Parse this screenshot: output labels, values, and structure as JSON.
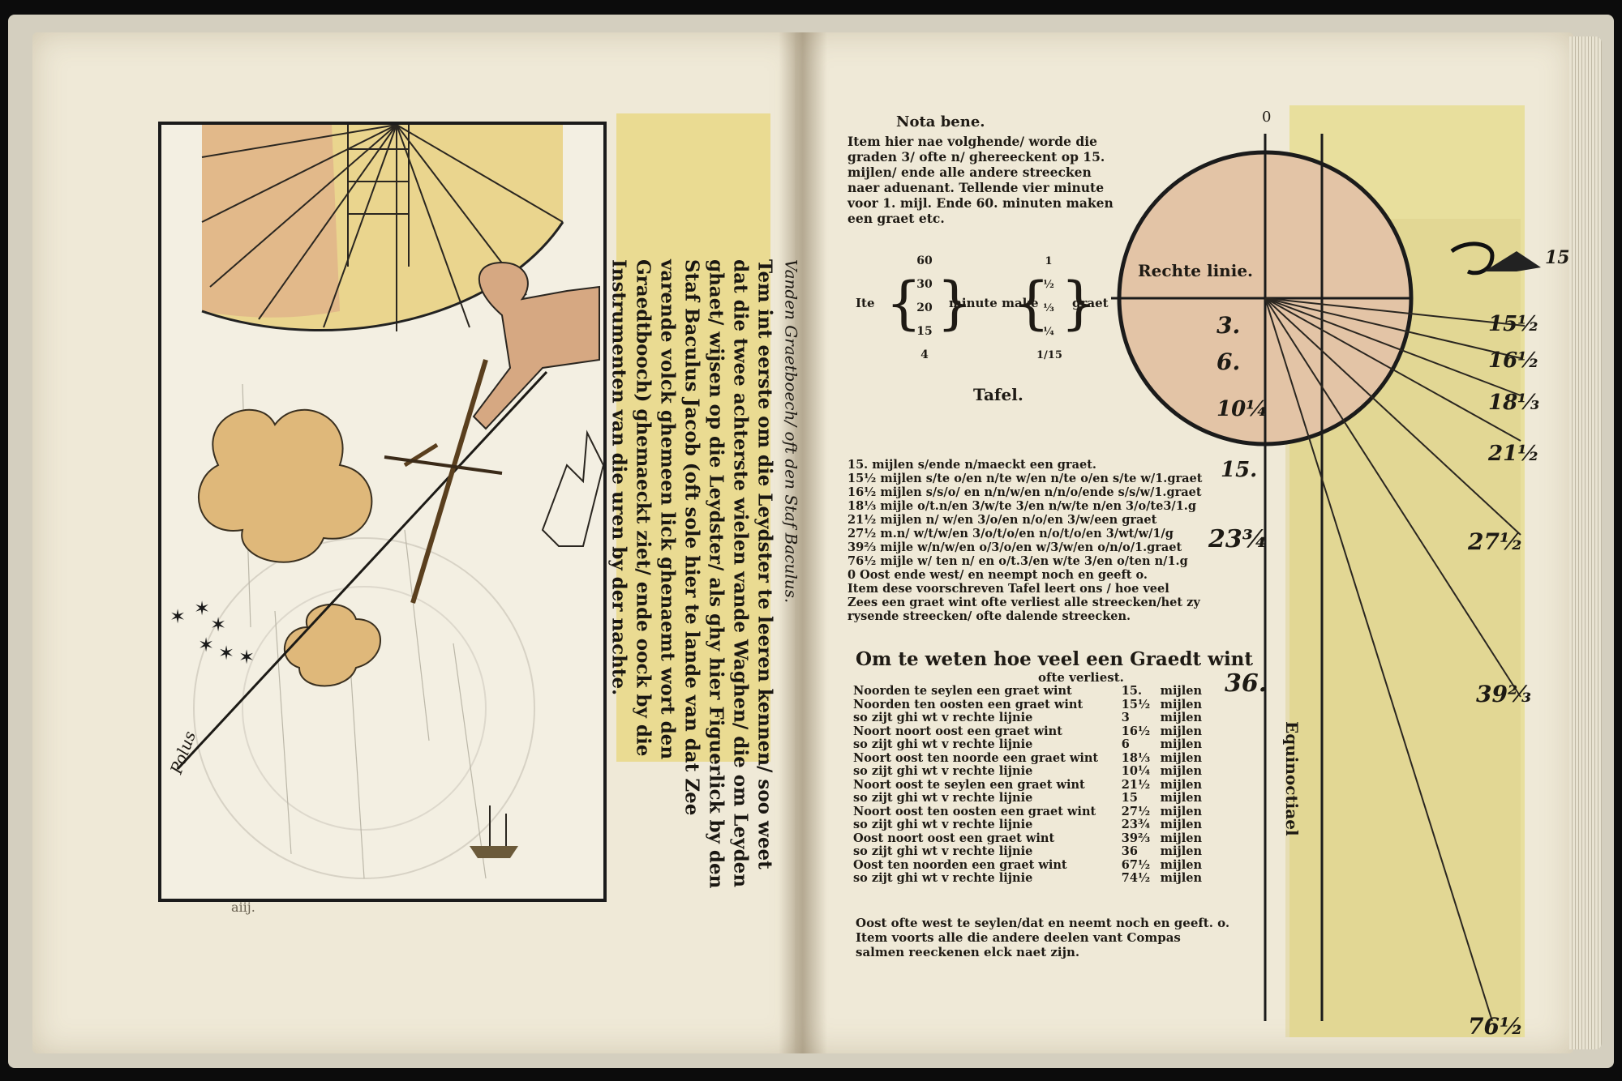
{
  "left_page": {
    "caption_title": "Vanden Graetboech/ oft den Staf Baculus.",
    "caption_text": "Tem int eerste om die Leydster te leeren kennen/ soo weet dat die twee achterste wielen vande Waghen/ die om Leyden ghaet/ wijsen op die Leydster/ als ghy hier Figuerlick by den Staf Baculus Jacob (oft sole hier te lande van dat Zee varende volck ghemeen lick ghenaemt wort den Graedtbooch) ghemaeckt ziet/ ende oock by die Instrumenten van die uren by der nachte.",
    "polus_label": "Polus",
    "folio": "aiij."
  },
  "right_page": {
    "nota_title": "Nota bene.",
    "nota_text": "Item hier nae volghende/ worde die graden 3/ ofte n/ ghereeckent op 15. mijlen/ ende alle andere streecken naer aduenant. Tellende vier minute voor 1. mijl. Ende 60. minuten maken een graet etc.",
    "small_table": {
      "left_word": "Ite",
      "mid_word": "minute make",
      "right_word": "graet",
      "minutes": [
        "60",
        "30",
        "20",
        "15",
        "4"
      ],
      "fractions": [
        "1",
        "½",
        "⅓",
        "¼",
        "1/15"
      ]
    },
    "tafel_label": "Tafel.",
    "list_lines": [
      "15. mijlen s/ende n/maeckt een graet.",
      "15½ mijlen s/te o/en n/te w/en n/te o/en s/te w/1.graet",
      "16½ mijlen s/s/o/ en n/n/w/en n/n/o/ende s/s/w/1.graet",
      "18⅓ mijle o/t.n/en 3/w/te 3/en n/w/te n/en 3/o/te3/1.g",
      "21½ mijlen n/ w/en 3/o/en n/o/en 3/w/een graet",
      "27½ m.n/ w/t/w/en 3/o/t/o/en n/o/t/o/en 3/wt/w/1/g",
      "39⅔ mijle w/n/w/en o/3/o/en w/3/w/en o/n/o/1.graet",
      "76½ mijle w/ ten n/ en o/t.3/en w/te 3/en o/ten n/1.g",
      "0 Oost ende west/ en neempt noch en geeft o.",
      "Item dese voorschreven Tafel leert ons / hoe veel",
      "Zees een graet wint ofte verliest alle streecken/het zy",
      "rysende streecken/ ofte dalende streecken."
    ],
    "heading": "Om te weten hoe veel een Graedt wint",
    "heading_sub": "ofte verliest.",
    "table_rows": [
      {
        "label": "Noorden te seylen een graet wint",
        "value": "15.",
        "unit": "mijlen"
      },
      {
        "label": "Noorden ten oosten een graet wint",
        "value": "15½",
        "unit": "mijlen"
      },
      {
        "label": "so zijt ghi wt v rechte lijnie",
        "value": "3",
        "unit": "mijlen"
      },
      {
        "label": "Noort noort oost een graet wint",
        "value": "16½",
        "unit": "mijlen"
      },
      {
        "label": "so zijt ghi wt v rechte lijnie",
        "value": "6",
        "unit": "mijlen"
      },
      {
        "label": "Noort oost ten noorde een graet wint",
        "value": "18⅓",
        "unit": "mijlen"
      },
      {
        "label": "so zijt ghi wt v rechte lijnie",
        "value": "10¼",
        "unit": "mijlen"
      },
      {
        "label": "Noort oost te seylen een graet wint",
        "value": "21½",
        "unit": "mijlen"
      },
      {
        "label": "so zijt ghi wt v rechte lijnie",
        "value": "15",
        "unit": "mijlen"
      },
      {
        "label": "Noort oost ten oosten een graet wint",
        "value": "27½",
        "unit": "mijlen"
      },
      {
        "label": "so zijt ghi wt v rechte lijnie",
        "value": "23¾",
        "unit": "mijlen"
      },
      {
        "label": "Oost noort oost een graet wint",
        "value": "39⅔",
        "unit": "mijlen"
      },
      {
        "label": "so zijt ghi wt v rechte lijnie",
        "value": "36",
        "unit": "mijlen"
      },
      {
        "label": "Oost ten noorden een graet wint",
        "value": "67½",
        "unit": "mijlen"
      },
      {
        "label": "so zijt ghi wt v rechte lijnie",
        "value": "74½",
        "unit": "mijlen"
      }
    ],
    "tail_lines": [
      "Oost ofte west te seylen/dat en neemt noch en geeft. o.",
      "Item voorts alle die andere deelen vant Compas",
      "salmen reeckenen elck naet zijn."
    ],
    "diagram": {
      "zero_label": "0",
      "line_label": "Rechte linie.",
      "inner_labels": [
        "3.",
        "6.",
        "10¼"
      ],
      "outer_labels": [
        "15.",
        "23¾",
        "36."
      ],
      "right_labels": [
        "15½",
        "16½",
        "18⅓",
        "21½",
        "27½",
        "39⅔",
        "76½"
      ],
      "top_right_number": "15",
      "equator_label": "Equinoctiael"
    }
  }
}
